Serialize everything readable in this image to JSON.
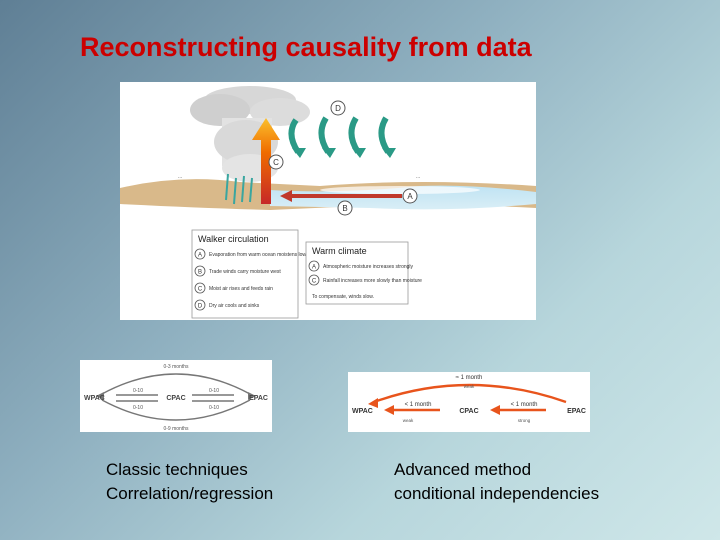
{
  "title": "Reconstructing causality from data",
  "walker_figure": {
    "markers": {
      "a": "A",
      "b": "B",
      "c": "C",
      "d": "D"
    },
    "map_labels": {
      "west": "...",
      "east": "..."
    },
    "legend_walker": {
      "title": "Walker circulation",
      "items": [
        {
          "marker": "A",
          "text": "Evaporation from warm ocean moistens lower atmosphere"
        },
        {
          "marker": "B",
          "text": "Trade winds carry moisture west"
        },
        {
          "marker": "C",
          "text": "Moist air rises and feeds rain"
        },
        {
          "marker": "D",
          "text": "Dry air cools and sinks"
        }
      ]
    },
    "legend_warm": {
      "title": "Warm climate",
      "items": [
        {
          "marker": "A",
          "text": "Atmospheric moisture increases strongly"
        },
        {
          "marker": "C",
          "text": "Rainfall increases more slowly than moisture"
        }
      ],
      "footer": "To compensate, winds slow."
    }
  },
  "classic_diagram": {
    "top_label": "0-3 months",
    "bottom_label": "0-9 months",
    "nodes": {
      "west": "WPAC",
      "center": "CPAC",
      "east": "EPAC"
    },
    "left_upper": "0-10",
    "left_lower": "0-10",
    "right_upper": "0-10",
    "right_lower": "0-10"
  },
  "advanced_diagram": {
    "top_label": "≈ 1 month",
    "top_strength": "weak",
    "nodes": {
      "west": "WPAC",
      "center": "CPAC",
      "east": "EPAC"
    },
    "left_label": "< 1 month",
    "left_strength": "weak",
    "right_label": "< 1 month",
    "right_strength": "strong"
  },
  "captions": {
    "left_line1": "Classic techniques",
    "left_line2": "Correlation/regression",
    "right_line1": "Advanced method",
    "right_line2": "conditional independencies"
  },
  "colors": {
    "title": "#cc0000",
    "arrow_green": "#2a9a86",
    "arrow_red": "#c0392b",
    "advanced_orange": "#e8541c",
    "classic_gray": "#777777"
  }
}
